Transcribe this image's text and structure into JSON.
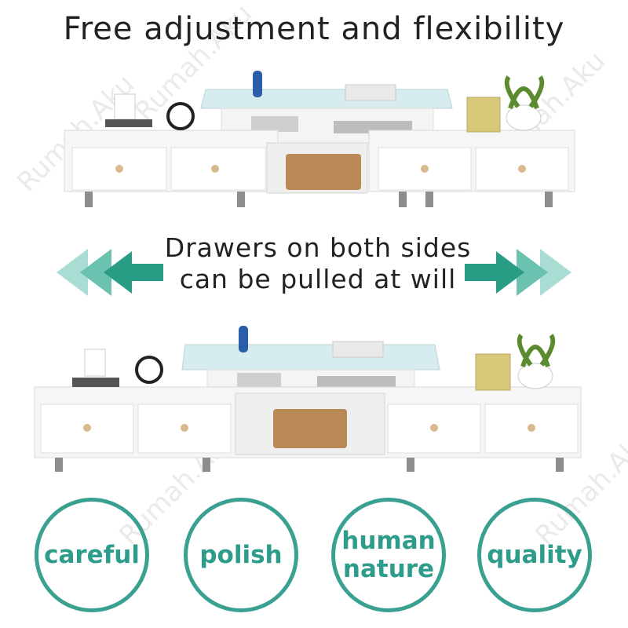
{
  "headline": "Free adjustment and flexibility",
  "feature_text": {
    "line1": "Drawers on both sides",
    "line2": "can be pulled at will"
  },
  "features": [
    {
      "label": "careful"
    },
    {
      "label": "polish"
    },
    {
      "label": "human nature",
      "line1": "human",
      "line2": "nature"
    },
    {
      "label": "quality"
    }
  ],
  "watermark": "Rumah.Aku",
  "colors": {
    "accent": "#2e9c8a",
    "arrow_dark": "#2a9d86",
    "arrow_light": "#a9dcd3",
    "text": "#222222"
  },
  "icons": [
    "double-arrow-left-icon",
    "double-arrow-right-icon"
  ]
}
